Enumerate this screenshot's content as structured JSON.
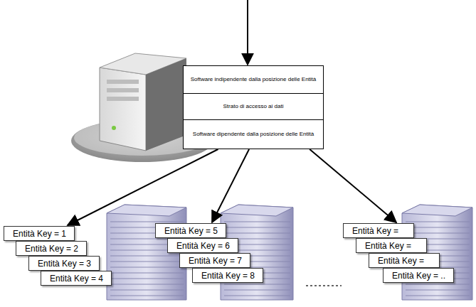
{
  "diagram": {
    "nodes": [
      {
        "text": [
          "Software indipendente dalla posizione delle Entità"
        ]
      },
      {
        "text": [
          "Strato di accesso ai dati"
        ]
      },
      {
        "text": [
          "Software dipendente dalla posizione delle Entità"
        ]
      },
      {
        "text": [
          "Entità Key = 1"
        ]
      },
      {
        "text": [
          "Entità Key = 2"
        ]
      },
      {
        "text": [
          "Entità Key = 3"
        ]
      },
      {
        "text": [
          "Entità Key = 4"
        ]
      },
      {
        "text": [
          "Entità Key = 5"
        ]
      },
      {
        "text": [
          "Entità Key = 6"
        ]
      },
      {
        "text": [
          "Entità Key = 7"
        ]
      },
      {
        "text": [
          "Entità Key = 8"
        ]
      },
      {
        "text": [
          "Entità Key ="
        ]
      },
      {
        "text": [
          "Entità Key ="
        ]
      },
      {
        "text": [
          "Entità Key ="
        ]
      },
      {
        "text": [
          "Entità Key = .."
        ]
      }
    ],
    "edges": [
      {
        "from": 2,
        "to": 3,
        "arrow": "to"
      },
      {
        "from": 2,
        "to": 7,
        "arrow": "to"
      },
      {
        "from": 2,
        "to": 11,
        "arrow": "to"
      }
    ]
  }
}
